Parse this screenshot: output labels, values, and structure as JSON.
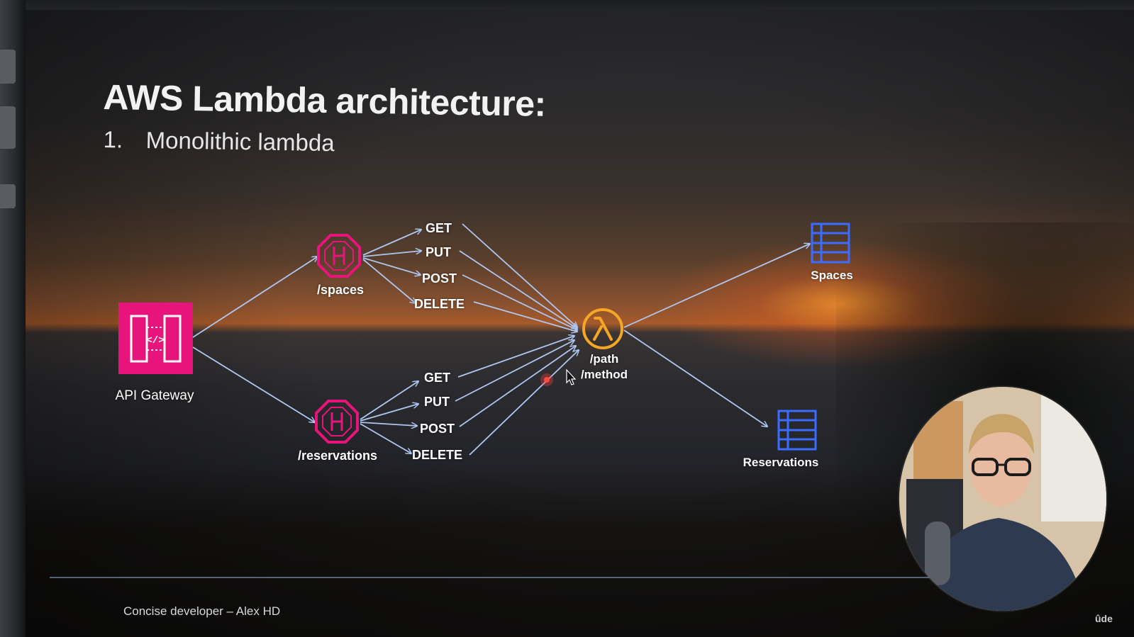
{
  "slide": {
    "title": "AWS Lambda architecture:",
    "subtitle_number": "1.",
    "subtitle_text": "Monolithic lambda",
    "footer": "Concise developer – Alex HD"
  },
  "diagram": {
    "api_gateway": {
      "label": "API Gateway",
      "color": "#e7157b",
      "icon": "api-gateway-icon"
    },
    "resources": [
      {
        "label": "/spaces",
        "icon": "api-resource-icon",
        "color": "#e7157b"
      },
      {
        "label": "/reservations",
        "icon": "api-resource-icon",
        "color": "#e7157b"
      }
    ],
    "methods_spaces": [
      "GET",
      "PUT",
      "POST",
      "DELETE"
    ],
    "methods_reservations": [
      "GET",
      "PUT",
      "POST",
      "DELETE"
    ],
    "lambda": {
      "label_line1": "/path",
      "label_line2": "/method",
      "color": "#f5a623",
      "icon": "lambda-icon"
    },
    "tables": [
      {
        "label": "Spaces",
        "icon": "dynamodb-table-icon",
        "color": "#3b6cff"
      },
      {
        "label": "Reservations",
        "icon": "dynamodb-table-icon",
        "color": "#3b6cff"
      }
    ],
    "arrow_color": "#aec6f0"
  },
  "overlay": {
    "webcam": "presenter-webcam",
    "watermark": "ûde"
  }
}
